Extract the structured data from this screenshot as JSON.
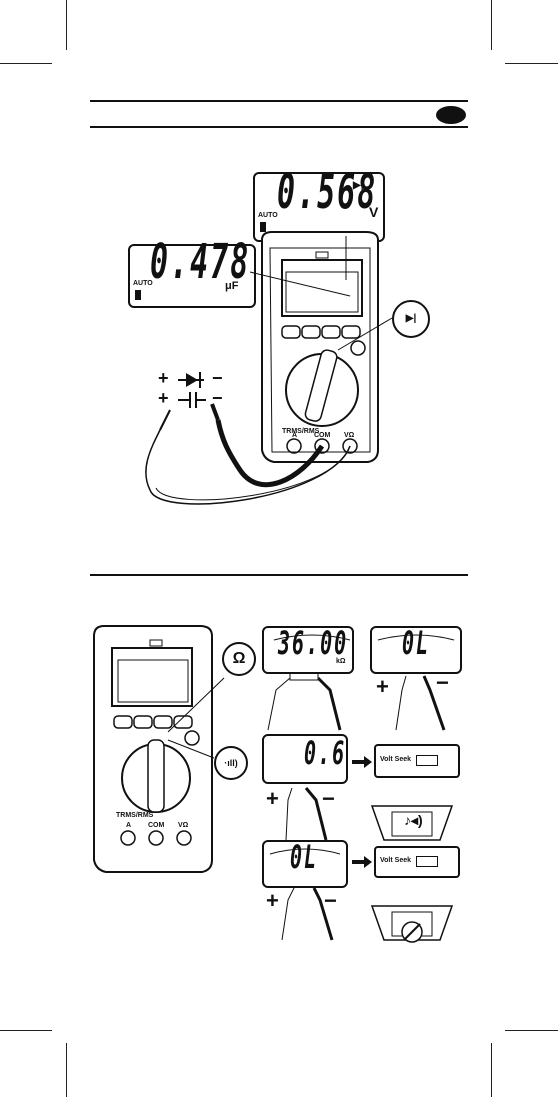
{
  "diode_cap": {
    "lcd_diode_value": "0.568",
    "lcd_diode_unit": "V",
    "lcd_cap_value": "0.478",
    "lcd_cap_unit": "μF",
    "auto_label": "AUTO",
    "plus": "+",
    "minus": "−",
    "jack_a": "A",
    "jack_com": "COM",
    "jack_v": "VΩ",
    "model": "TRMS/RMS"
  },
  "continuity": {
    "callout_ohm": "Ω",
    "callout_sound": "·ıll)",
    "panel1_value": "36.00",
    "panel1_unit": "kΩ",
    "panel2_value": "0L",
    "panel3_value": "0.6",
    "panel4_value": "0L",
    "volt_seek_label": "Volt Seek",
    "jack_a": "A",
    "jack_com": "COM",
    "jack_v": "VΩ",
    "model": "TRMS/RMS",
    "plus": "+",
    "minus": "−"
  }
}
